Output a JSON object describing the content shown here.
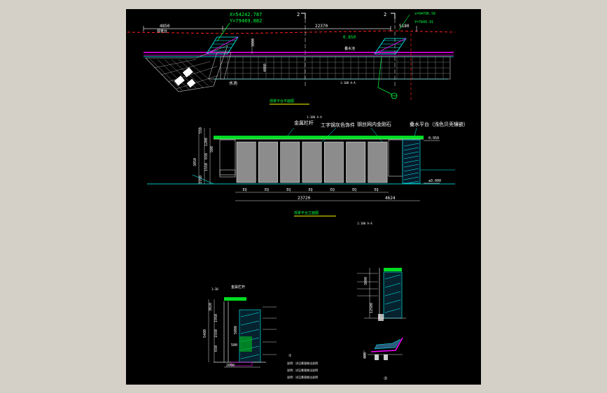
{
  "drawing": {
    "coords": {
      "x": "X=54242.787",
      "y": "Y=79469.882"
    },
    "coords_right": {
      "x": "x=94796.56",
      "y": "Y=7849.91"
    },
    "section_markers": [
      "2",
      "2"
    ],
    "plan": {
      "dims": [
        "4850",
        "22370",
        "5180",
        "3000"
      ],
      "labels": [
        "观景台",
        "水池",
        "0.850",
        "叠水池",
        "4000"
      ],
      "title": "观景平台平面图"
    },
    "elevation": {
      "scale_note": "1:100 A-A",
      "callouts": [
        "金属栏杆",
        "工字钢灰色饰件",
        "钢丝网内金刚石",
        "叠水平台（浅色贝壳镶嵌）"
      ],
      "levels": [
        "0.950",
        "±0.000"
      ],
      "left_dims": [
        "550",
        "3050",
        "1200",
        "500",
        "650",
        "1550",
        "1950"
      ],
      "bay_labels": [
        "EQ",
        "EQ",
        "EQ",
        "EQ",
        "EQ",
        "EQ",
        "EQ"
      ],
      "bottom_dims": [
        "23720",
        "4624"
      ],
      "title": "观景平台立面图",
      "scale_note_2": "1:100 A-A"
    },
    "detail_left": {
      "scale": "1:30",
      "label": "金属栏杆",
      "dims": [
        "3020",
        "1950",
        "1550",
        "650",
        "5480",
        "5000",
        "500",
        "2000"
      ],
      "notes": [
        "1:30",
        "①",
        "说明：详见景观做法说明",
        "说明：详见景观做法说明",
        "说明：详见景观做法说明"
      ]
    },
    "detail_right": {
      "dims": [
        "3000",
        "12500",
        "400"
      ],
      "marker": "②"
    }
  }
}
